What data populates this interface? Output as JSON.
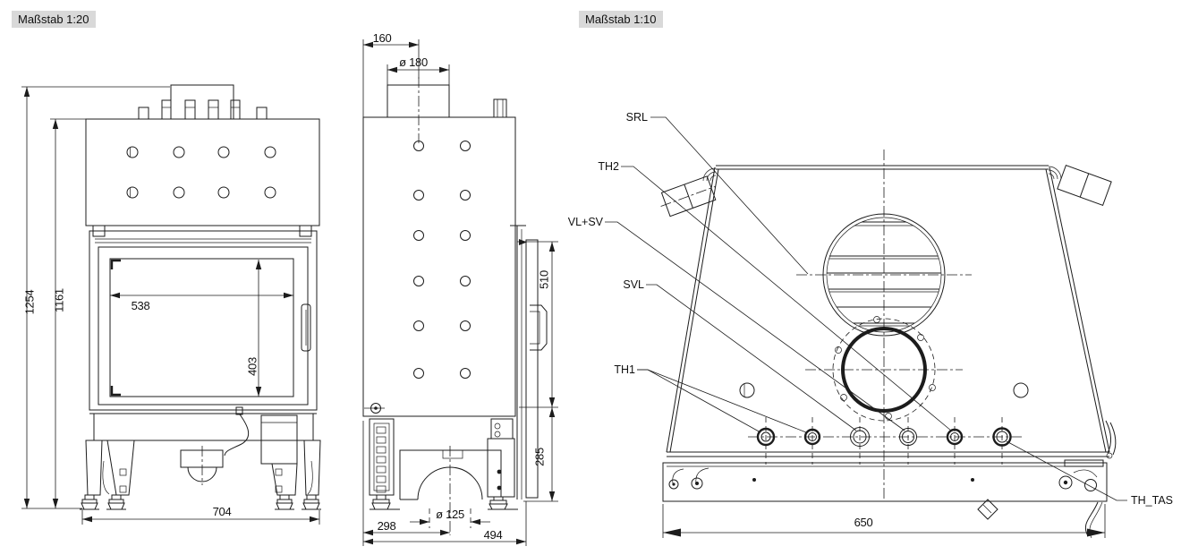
{
  "scales": {
    "front_side": "Maßstab 1:20",
    "rear": "Maßstab 1:10"
  },
  "front_view": {
    "dimensions": {
      "overall_height": "1254",
      "body_height": "1161",
      "glass_width": "538",
      "glass_height": "403",
      "base_width": "704"
    }
  },
  "side_view": {
    "dimensions": {
      "flue_center_offset": "160",
      "flue_diameter": "ø 180",
      "door_height": "510",
      "base_height": "285",
      "front_depth": "298",
      "arch_diameter": "ø 125",
      "total_depth": "494"
    }
  },
  "rear_view": {
    "dimensions": {
      "base_width": "650"
    },
    "connection_labels": {
      "srl": "SRL",
      "th2": "TH2",
      "vl_sv": "VL+SV",
      "svl": "SVL",
      "th1": "TH1",
      "th_tas": "TH_TAS"
    }
  },
  "colors": {
    "line": "#1c1c1c",
    "label_background": "#d9d9d9",
    "background": "#ffffff"
  }
}
